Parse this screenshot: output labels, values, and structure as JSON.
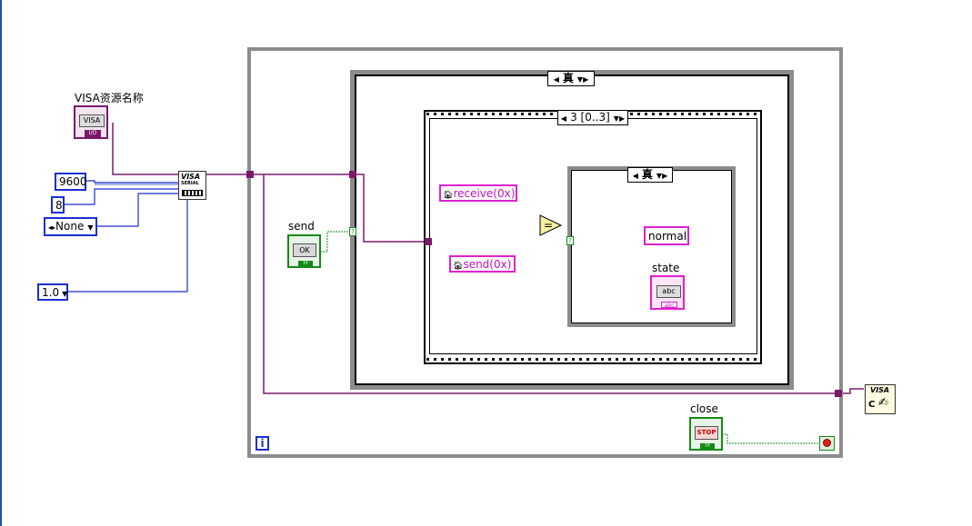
{
  "visa_resource": {
    "label": "VISA资源名称",
    "icon_text": "VISA",
    "sub_text": "I/O"
  },
  "serial_config": {
    "title": "VISA",
    "sub": "SERIAL"
  },
  "constants": {
    "baud": "9600",
    "data_bits": "8",
    "parity": "None",
    "timeout": "1.0"
  },
  "outer_case": {
    "selector": "真"
  },
  "sequence": {
    "selector": "3 [0..3]"
  },
  "inner_case": {
    "selector": "真"
  },
  "locals": {
    "receive": "receive(0x)",
    "send": "send(0x)"
  },
  "compare": {
    "symbol": "="
  },
  "normal_const": "normal",
  "state_indicator": {
    "label": "state",
    "text": "abc",
    "type": "abc"
  },
  "send_button": {
    "label": "send",
    "text": "OK",
    "type": "TF"
  },
  "close_button": {
    "label": "close",
    "text": "STOP",
    "type": "TF"
  },
  "visa_close": {
    "title": "VISA",
    "sub": "C"
  },
  "loop": {
    "iteration": "i",
    "bool_terminal": "?"
  },
  "colors": {
    "visa_wire": "#7a1a6a",
    "string_wire": "#e020d0",
    "bool_wire": "#168a16",
    "numeric": "#1a2fd0"
  }
}
